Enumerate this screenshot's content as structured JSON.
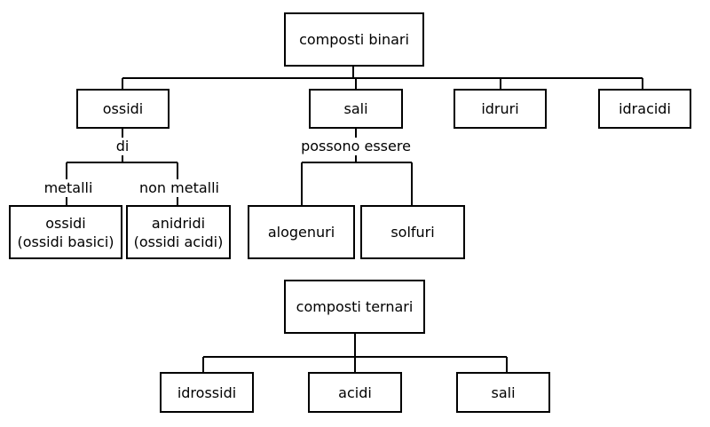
{
  "binary": {
    "root": "composti binari",
    "children": [
      "ossidi",
      "sali",
      "idruri",
      "idracidi"
    ],
    "ossidi_link": "di",
    "ossidi_branches": [
      "metalli",
      "non metalli"
    ],
    "ossidi_products": [
      "ossidi\n(ossidi basici)",
      "anidridi\n(ossidi acidi)"
    ],
    "sali_link": "possono essere",
    "sali_products": [
      "alogenuri",
      "solfuri"
    ]
  },
  "ternary": {
    "root": "composti ternari",
    "children": [
      "idrossidi",
      "acidi",
      "sali"
    ]
  }
}
